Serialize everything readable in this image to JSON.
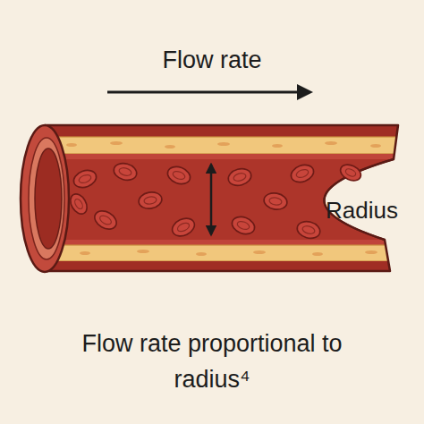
{
  "diagram": {
    "caption": "Flow rate proportional to radius⁴",
    "labels": [
      "Flow rate",
      "Radius"
    ]
  }
}
